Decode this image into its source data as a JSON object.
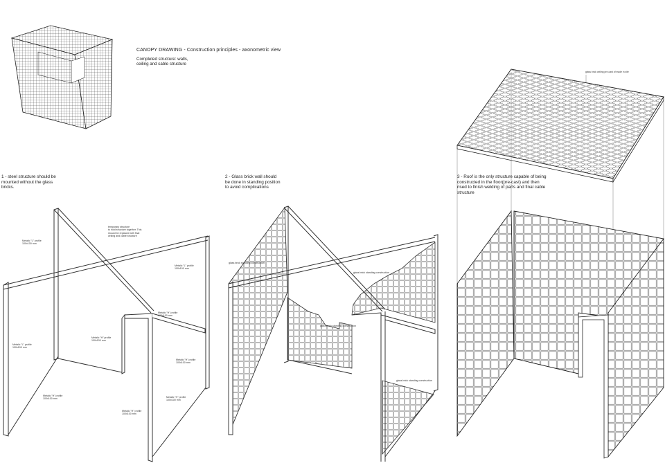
{
  "title": "CANOPY DRAWING - Construction principles - axonometric view",
  "subtitle": "Completed structure: walls,\nceiling and cable structure",
  "steps": [
    "1 - steel structure should be\nmounted without the glass\nbricks.",
    "2 - Glass brick wall should\nbe done in standing position\nto avoid complications",
    "3 - Roof is the only structure capable of being\nconstructed in the floor(pre-cast) and then\nrised to finish welding of parts and final cable\nstructure"
  ],
  "ceiling_note": "glass brick ceiling pre-cast of made in site",
  "temp_note": "temporary structure\nto hold structure together. This\nshould be replaced with final\nceiling and cable structure",
  "profiles": {
    "l1": "Metalic \"L\" profile\n100x100 mm",
    "l2": "Metalic \"L\" profile\n100x100 mm",
    "l3": "Metalic \"L\" profile\n100x100 mm",
    "h1": "Metalic \"H\" profile\n100x100 mm",
    "h2": "Metalic \"H\" profile\n100x100 mm",
    "h3": "Metalic \"H\" profile\n100x100 mm",
    "h4": "Metalic \"H\" profile\n100x100 mm",
    "h5": "Metalic \"H\" profile\n100x100 mm",
    "h6": "Metalic \"H\" profile\n100x100 mm"
  },
  "glass_note": "glass brick standing construction"
}
